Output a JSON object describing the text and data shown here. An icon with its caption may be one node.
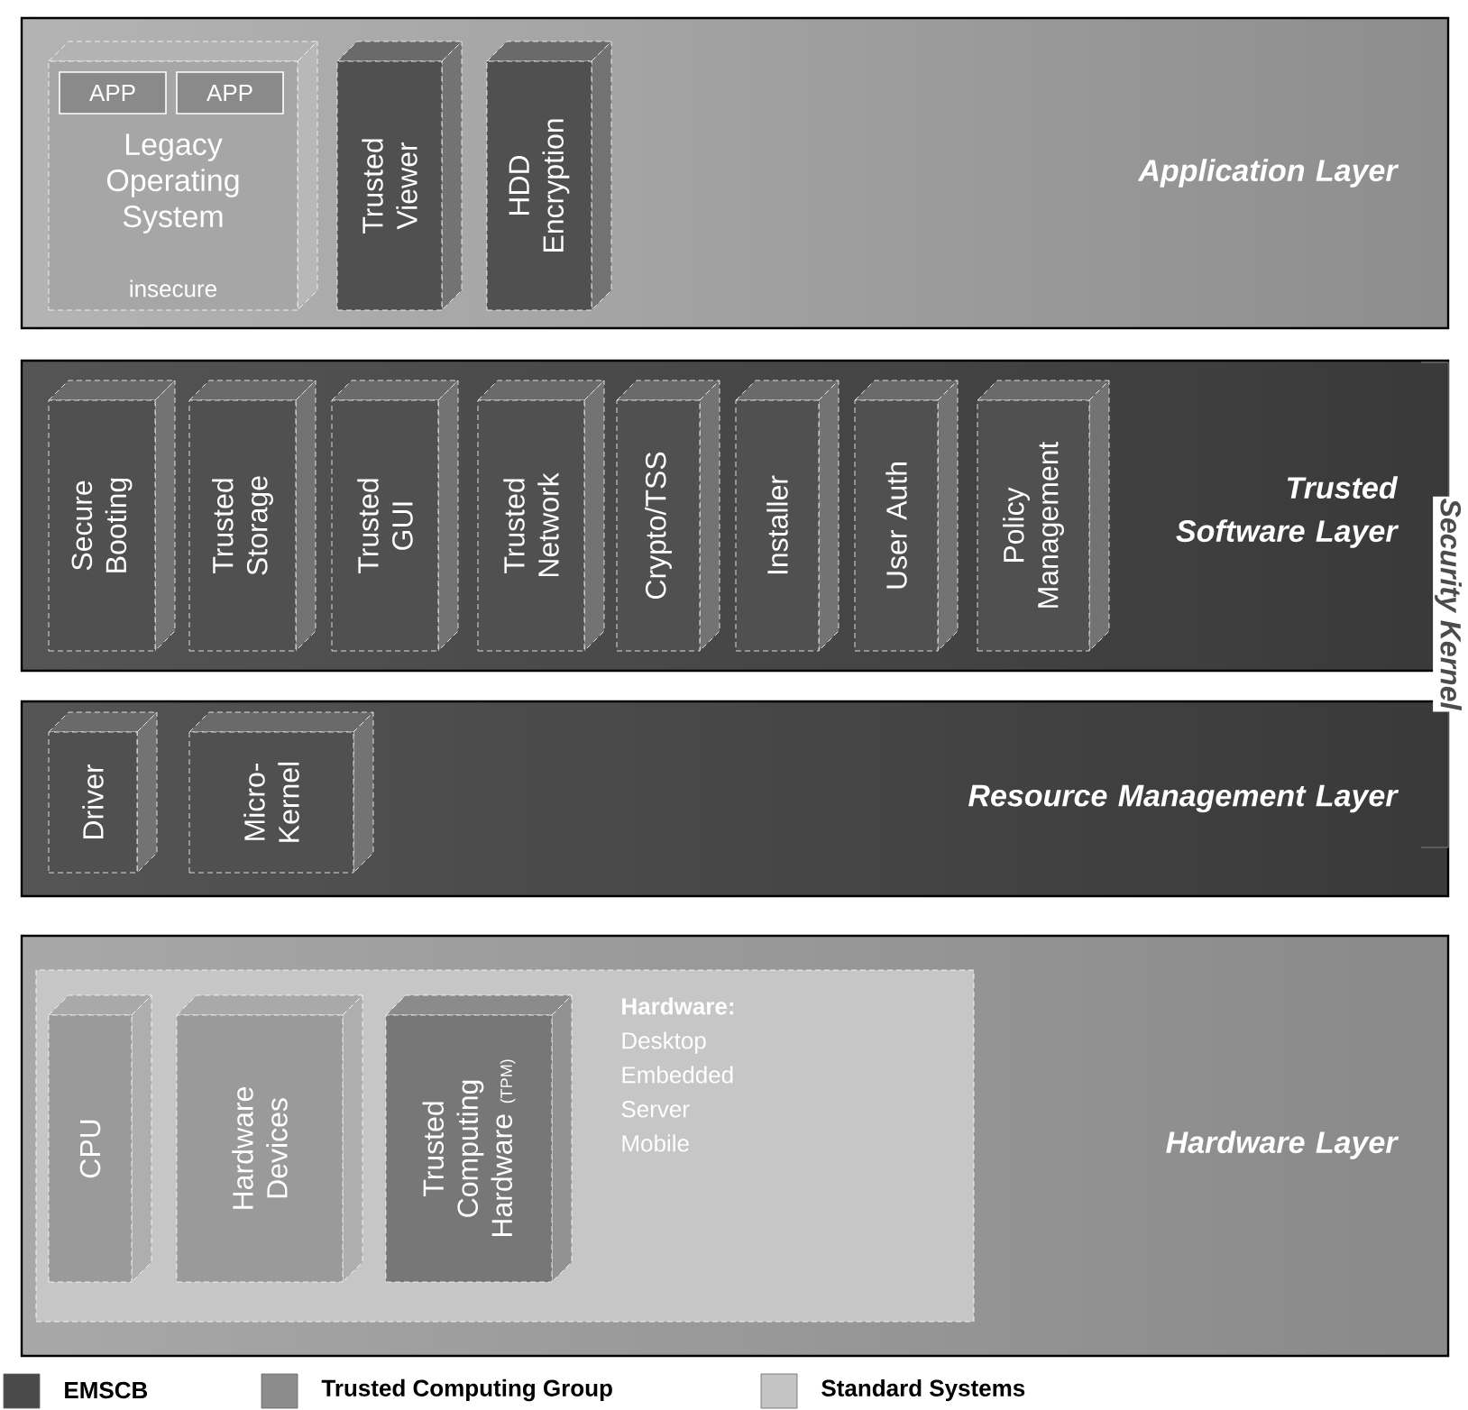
{
  "diagram": {
    "nodes": [
      {
        "text": [
          "Application Layer"
        ]
      },
      {
        "text": [
          "Legacy Operating System",
          "insecure"
        ],
        "in": 0
      },
      {
        "text": [
          "APP"
        ],
        "in": 1
      },
      {
        "text": [
          "APP"
        ],
        "in": 1
      },
      {
        "text": [
          "Trusted Viewer"
        ],
        "in": 0
      },
      {
        "text": [
          "HDD Encryption"
        ],
        "in": 0
      },
      {
        "text": [
          "Trusted Software Layer"
        ]
      },
      {
        "text": [
          "Secure Booting"
        ],
        "in": 6
      },
      {
        "text": [
          "Trusted Storage"
        ],
        "in": 6
      },
      {
        "text": [
          "Trusted GUI"
        ],
        "in": 6
      },
      {
        "text": [
          "Trusted Network"
        ],
        "in": 6
      },
      {
        "text": [
          "Crypto/TSS"
        ],
        "in": 6
      },
      {
        "text": [
          "Installer"
        ],
        "in": 6
      },
      {
        "text": [
          "User Auth"
        ],
        "in": 6
      },
      {
        "text": [
          "Policy Management"
        ],
        "in": 6
      },
      {
        "text": [
          "Resource Management Layer"
        ]
      },
      {
        "text": [
          "Driver"
        ],
        "in": 15
      },
      {
        "text": [
          "Micro-Kernel"
        ],
        "in": 15
      },
      {
        "text": [
          "Hardware Layer"
        ]
      },
      {
        "text": [
          "Hardware:",
          "Desktop",
          "Embedded",
          "Server",
          "Mobile"
        ],
        "in": 18
      },
      {
        "text": [
          "CPU"
        ],
        "in": 19
      },
      {
        "text": [
          "Hardware Devices"
        ],
        "in": 19
      },
      {
        "text": [
          "Trusted Computing Hardware",
          "(TPM)"
        ],
        "in": 19
      }
    ],
    "labels": [
      "Security Kernel"
    ],
    "legend": [
      {
        "text": "EMSCB",
        "color": "#4a4a4a"
      },
      {
        "text": "Trusted Computing Group",
        "color": "#8c8c8c"
      },
      {
        "text": "Standard Systems",
        "color": "#c4c4c4"
      }
    ]
  }
}
